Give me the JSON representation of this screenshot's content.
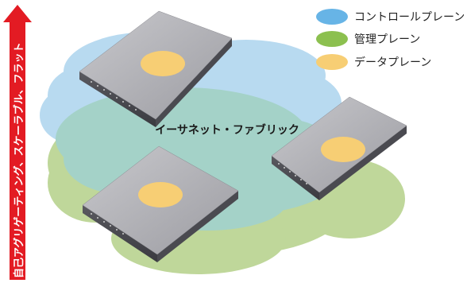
{
  "arrow": {
    "label": "自己アグリゲーティング、スケーラブル、フラット",
    "color": "#e31b23"
  },
  "fabric": {
    "label": "イーサネット・ファブリック"
  },
  "legend": {
    "items": [
      {
        "label": "コントロールプレーン",
        "color": "#67b4e6"
      },
      {
        "label": "管理プレーン",
        "color": "#8cc04f"
      },
      {
        "label": "データプレーン",
        "color": "#f7ce74"
      }
    ]
  },
  "switches": [
    {
      "name": "switch-top-left"
    },
    {
      "name": "switch-right"
    },
    {
      "name": "switch-bottom"
    }
  ]
}
